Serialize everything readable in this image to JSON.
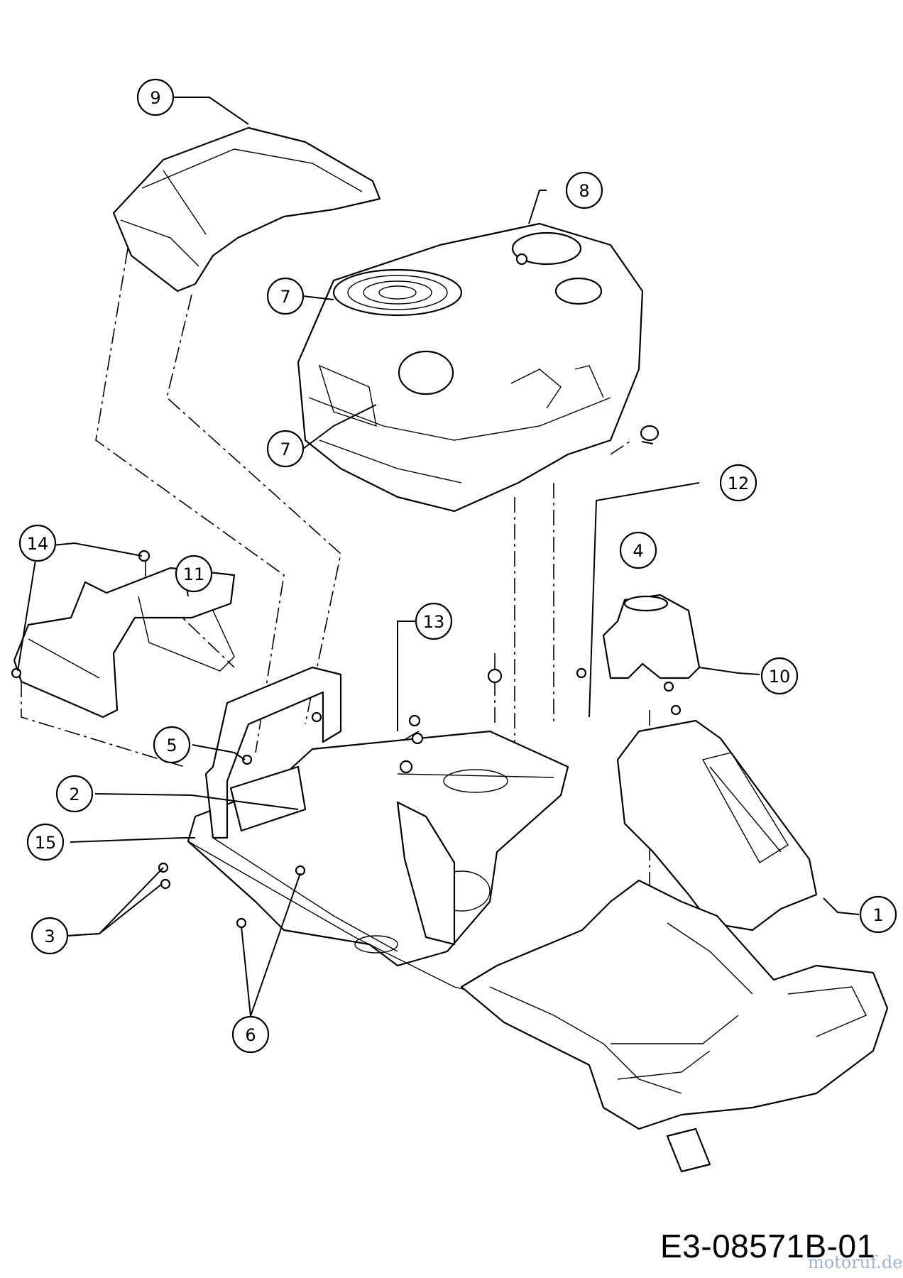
{
  "drawing_code": "E3-08571B-01",
  "watermark": "motoruf.de",
  "callouts": [
    "1",
    "2",
    "3",
    "4",
    "5",
    "6",
    "7",
    "7",
    "8",
    "9",
    "10",
    "11",
    "12",
    "13",
    "14",
    "15"
  ]
}
